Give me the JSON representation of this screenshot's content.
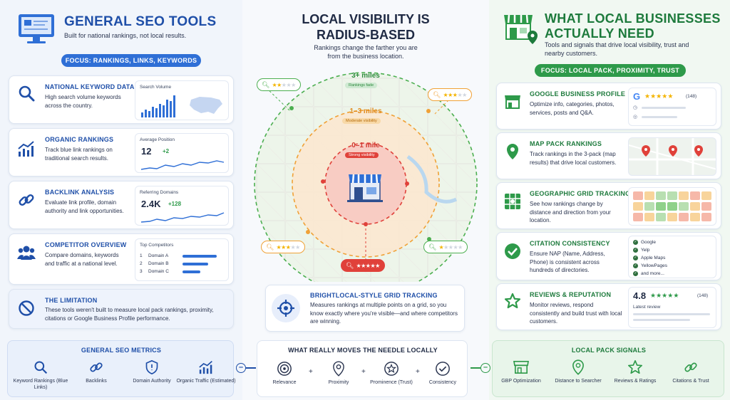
{
  "left": {
    "title": "GENERAL SEO TOOLS",
    "subtitle": "Built for national rankings, not local results.",
    "focus": "FOCUS: RANKINGS, LINKS, KEYWORDS",
    "cards": [
      {
        "title": "NATIONAL KEYWORD DATA",
        "desc": "High search volume keywords across the country.",
        "mini_label": "Search Volume"
      },
      {
        "title": "ORGANIC RANKINGS",
        "desc": "Track blue link rankings on traditional search results.",
        "mini_label": "Average Position",
        "value": "12",
        "delta": "+2"
      },
      {
        "title": "BACKLINK ANALYSIS",
        "desc": "Evaluate link profile, domain authority and link opportunities.",
        "mini_label": "Referring Domains",
        "value": "2.4K",
        "delta": "+128"
      },
      {
        "title": "COMPETITOR OVERVIEW",
        "desc": "Compare domains, keywords and traffic at a national level.",
        "mini_label": "Top Competitors",
        "competitors": [
          {
            "rank": "1",
            "name": "Domain A",
            "share": 0.8
          },
          {
            "rank": "2",
            "name": "Domain B",
            "share": 0.6
          },
          {
            "rank": "3",
            "name": "Domain C",
            "share": 0.42
          }
        ]
      }
    ],
    "limitation": {
      "title": "THE LIMITATION",
      "desc": "These tools weren't built to measure local pack rankings, proximity, citations or Google Business Profile performance."
    }
  },
  "center": {
    "title_line1": "LOCAL VISIBILITY IS",
    "title_line2": "RADIUS-BASED",
    "subtitle_line1": "Rankings change the farther you are",
    "subtitle_line2": "from the business location.",
    "rings": [
      {
        "label": "3+ miles",
        "chip": "Rankings fade"
      },
      {
        "label": "1–3 miles",
        "chip": "Moderate visibility"
      },
      {
        "label": "0–1 mile",
        "chip": "Strong visibility"
      }
    ],
    "grid_card": {
      "title": "BRIGHTLOCAL-STYLE GRID TRACKING",
      "desc": "Measures rankings at multiple points on a grid, so you know exactly where you're visible—and where competitors are winning."
    },
    "tags": {
      "stars_filled": [
        2,
        3,
        3,
        1,
        5
      ]
    }
  },
  "right": {
    "title_line1": "WHAT LOCAL BUSINESSES",
    "title_line2": "ACTUALLY NEED",
    "subtitle": "Tools and signals that drive local visibility, trust and nearby customers.",
    "focus": "FOCUS: LOCAL PACK, PROXIMITY, TRUST",
    "cards": [
      {
        "title": "GOOGLE BUSINESS PROFILE",
        "desc": "Optimize info, categories, photos, services, posts and Q&A.",
        "review_count": "(148)"
      },
      {
        "title": "MAP PACK RANKINGS",
        "desc": "Track rankings in the 3-pack (map results) that drive local customers."
      },
      {
        "title": "GEOGRAPHIC GRID TRACKING",
        "desc": "See how rankings change by distance and direction from your location."
      },
      {
        "title": "CITATION CONSISTENCY",
        "desc": "Ensure NAP (Name, Address, Phone) is consistent across hundreds of directories.",
        "directories": [
          "Google",
          "Yelp",
          "Apple Maps",
          "YellowPages",
          "and more..."
        ]
      },
      {
        "title": "REVIEWS & REPUTATION",
        "desc": "Monitor reviews, respond consistently and build trust with local customers.",
        "rating": "4.8",
        "review_count": "(148)",
        "latest": "Latest review"
      }
    ]
  },
  "bottom": {
    "left": {
      "title": "GENERAL SEO METRICS",
      "items": [
        "Keyword Rankings (Blue Links)",
        "Backlinks",
        "Domain Authority",
        "Organic Traffic (Estimated)"
      ]
    },
    "center": {
      "title": "WHAT REALLY MOVES THE NEEDLE LOCALLY",
      "items": [
        "Relevance",
        "Proximity",
        "Prominence (Trust)",
        "Consistency"
      ]
    },
    "right": {
      "title": "LOCAL PACK SIGNALS",
      "items": [
        "GBP Optimization",
        "Distance to Searcher",
        "Reviews & Ratings",
        "Citations & Trust"
      ]
    }
  },
  "colors": {
    "blue": "#1f4fa8",
    "green": "#1d7a3c",
    "red": "#e0413a",
    "orange": "#f0a136",
    "star": "#f4b400"
  }
}
